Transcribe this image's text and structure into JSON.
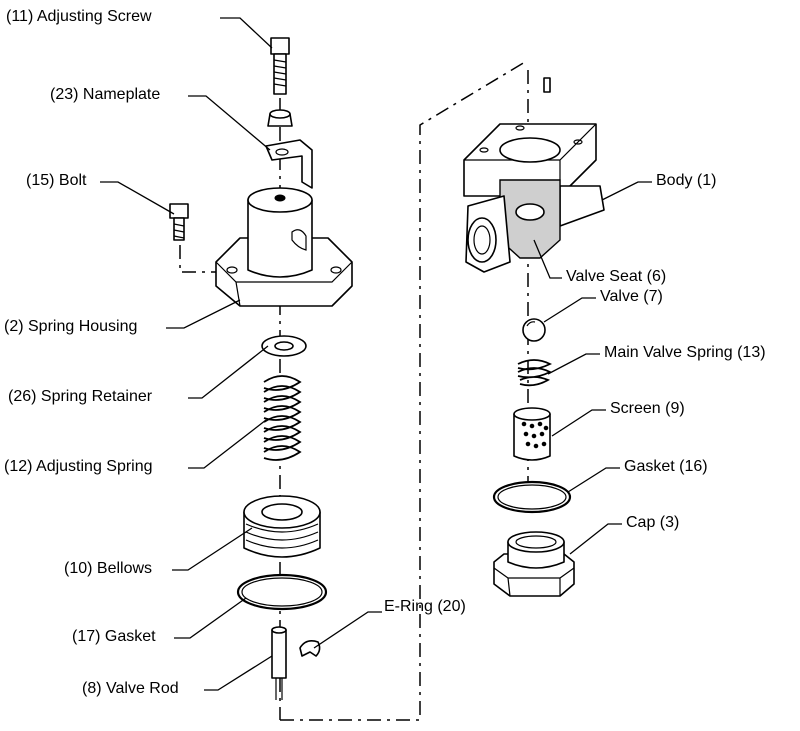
{
  "labels": {
    "adjusting_screw": "(11) Adjusting Screw",
    "nameplate": "(23) Nameplate",
    "bolt": "(15) Bolt",
    "spring_housing": "(2) Spring Housing",
    "spring_retainer": "(26) Spring Retainer",
    "adjusting_spring": "(12) Adjusting Spring",
    "bellows": "(10) Bellows",
    "gasket_17": "(17) Gasket",
    "valve_rod": "(8) Valve Rod",
    "e_ring": "E-Ring (20)",
    "body": "Body (1)",
    "valve_seat": "Valve Seat (6)",
    "valve": "Valve (7)",
    "main_valve_spring": "Main Valve Spring (13)",
    "screen": "Screen (9)",
    "gasket_16": "Gasket (16)",
    "cap": "Cap (3)"
  }
}
